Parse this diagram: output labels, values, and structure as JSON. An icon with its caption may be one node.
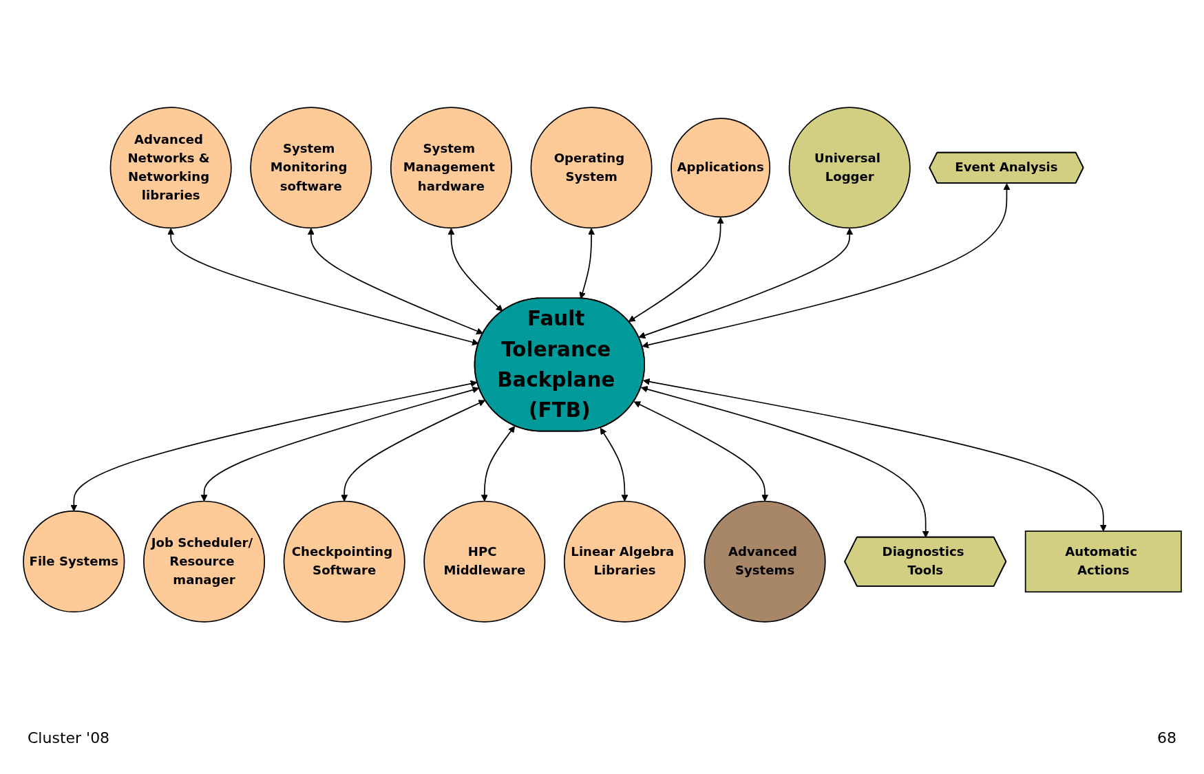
{
  "diagram": {
    "nodes": [
      {
        "text": [
          "Advanced Networks & Networking libraries"
        ]
      },
      {
        "text": [
          "System Monitoring software"
        ]
      },
      {
        "text": [
          "System Management hardware"
        ]
      },
      {
        "text": [
          "Operating System"
        ]
      },
      {
        "text": [
          "Applications"
        ]
      },
      {
        "text": [
          "Universal Logger"
        ]
      },
      {
        "text": [
          "Event Analysis"
        ]
      },
      {
        "text": [
          "Fault Tolerance Backplane (FTB)"
        ]
      },
      {
        "text": [
          "File Systems"
        ]
      },
      {
        "text": [
          "Job Scheduler/ Resource manager"
        ]
      },
      {
        "text": [
          "Checkpointing Software"
        ]
      },
      {
        "text": [
          "HPC Middleware"
        ]
      },
      {
        "text": [
          "Linear Algebra Libraries"
        ]
      },
      {
        "text": [
          "Advanced Systems"
        ]
      },
      {
        "text": [
          "Diagnostics Tools"
        ]
      },
      {
        "text": [
          "Automatic Actions"
        ]
      }
    ],
    "edges": [
      {
        "from": 0,
        "to": 7,
        "arrow": "both"
      },
      {
        "from": 1,
        "to": 7,
        "arrow": "both"
      },
      {
        "from": 2,
        "to": 7,
        "arrow": "both"
      },
      {
        "from": 3,
        "to": 7,
        "arrow": "both"
      },
      {
        "from": 4,
        "to": 7,
        "arrow": "both"
      },
      {
        "from": 5,
        "to": 7,
        "arrow": "both"
      },
      {
        "from": 6,
        "to": 7,
        "arrow": "both"
      },
      {
        "from": 7,
        "to": 8,
        "arrow": "both"
      },
      {
        "from": 7,
        "to": 9,
        "arrow": "both"
      },
      {
        "from": 7,
        "to": 10,
        "arrow": "both"
      },
      {
        "from": 7,
        "to": 11,
        "arrow": "both"
      },
      {
        "from": 7,
        "to": 12,
        "arrow": "both"
      },
      {
        "from": 7,
        "to": 13,
        "arrow": "both"
      },
      {
        "from": 7,
        "to": 14,
        "arrow": "both"
      },
      {
        "from": 7,
        "to": 15,
        "arrow": "both"
      }
    ],
    "labels": [
      "Cluster '08",
      "68"
    ]
  }
}
